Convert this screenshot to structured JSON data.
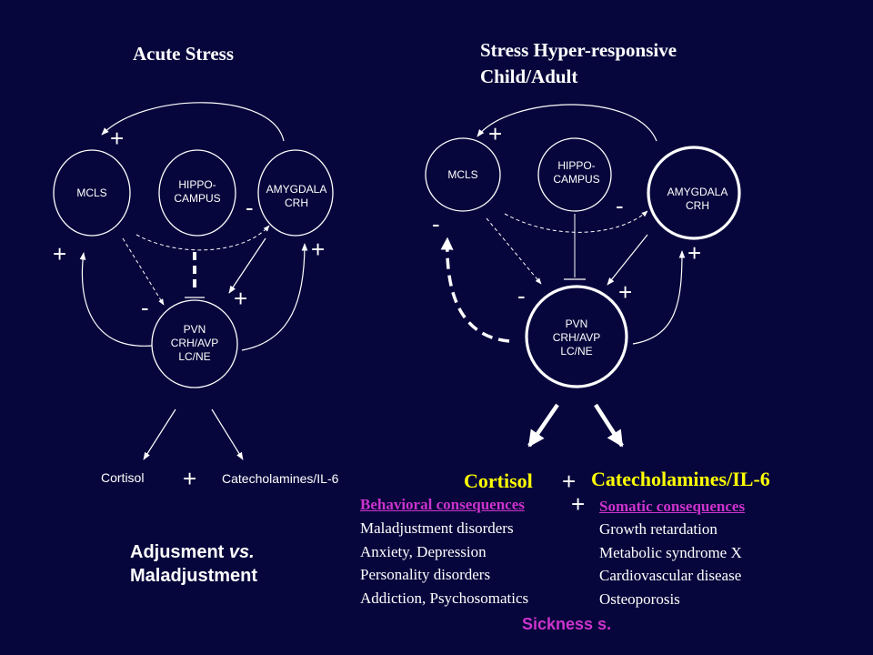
{
  "left_panel": {
    "title": "Acute Stress",
    "nodes": {
      "mcls": "MCLS",
      "hippocampus": "HIPPO-\nCAMPUS",
      "amygdala": "AMYGDALA\nCRH",
      "pvn": "PVN\nCRH/AVP\nLC/NE"
    },
    "outputs": {
      "cortisol": "Cortisol",
      "catecholamines": "Catecholamines/IL-6"
    },
    "footer": {
      "line1_pre": "Adjusment ",
      "line1_vs": "vs.",
      "line2": "Maladjustment"
    }
  },
  "right_panel": {
    "title_line1": "Stress Hyper-responsive",
    "title_line2": "Child/Adult",
    "nodes": {
      "mcls": "MCLS",
      "hippocampus": "HIPPO-\nCAMPUS",
      "amygdala": "AMYGDALA\nCRH",
      "pvn": "PVN\nCRH/AVP\nLC/NE"
    },
    "outputs": {
      "cortisol": "Cortisol",
      "catecholamines": "Catecholamines/IL-6"
    },
    "behavioral": {
      "heading": "Behavioral consequences",
      "items": [
        "Maladjustment  disorders",
        "Anxiety, Depression",
        "Personality  disorders",
        "Addiction, Psychosomatics"
      ]
    },
    "somatic": {
      "heading": "Somatic consequences",
      "items": [
        "Growth retardation",
        "Metabolic syndrome X",
        "Cardiovascular disease",
        "Osteoporosis"
      ]
    },
    "sickness": "Sickness s."
  },
  "signs": {
    "plus": "+",
    "minus": "-"
  },
  "colors": {
    "background": "#06063c",
    "foreground": "#ffffff",
    "highlight": "#ffff00",
    "magenta": "#cc33cc"
  }
}
